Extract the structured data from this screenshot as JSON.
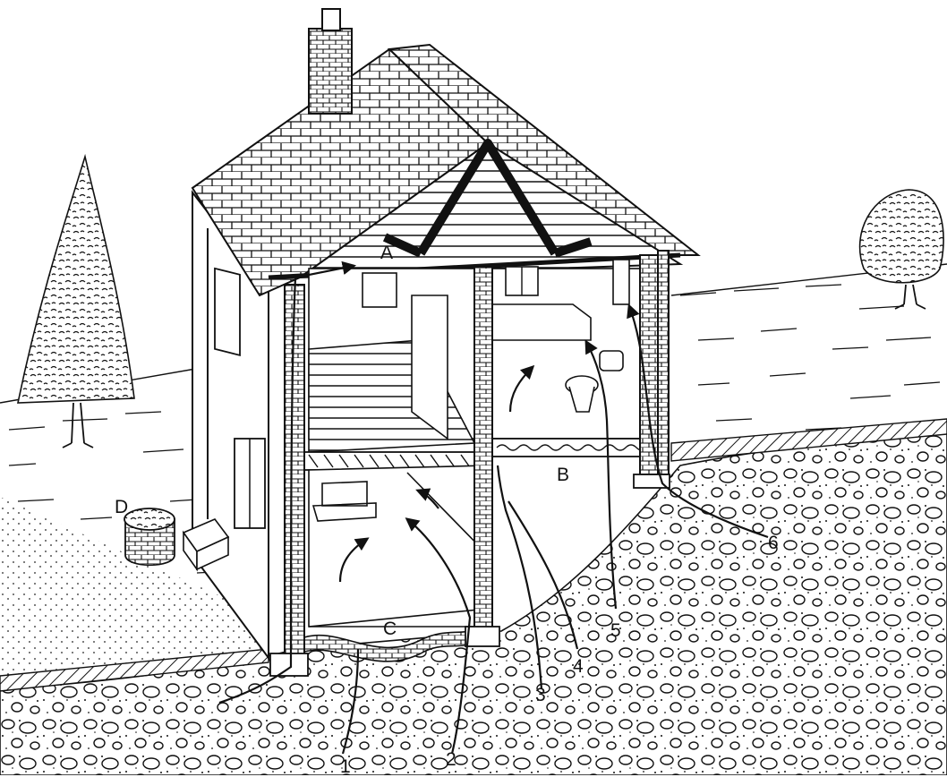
{
  "labels": {
    "A": "A",
    "B": "B",
    "C": "C",
    "D": "D",
    "p1": "1",
    "p2": "2",
    "p3": "3",
    "p4": "4",
    "p5": "5",
    "p6": "6"
  }
}
